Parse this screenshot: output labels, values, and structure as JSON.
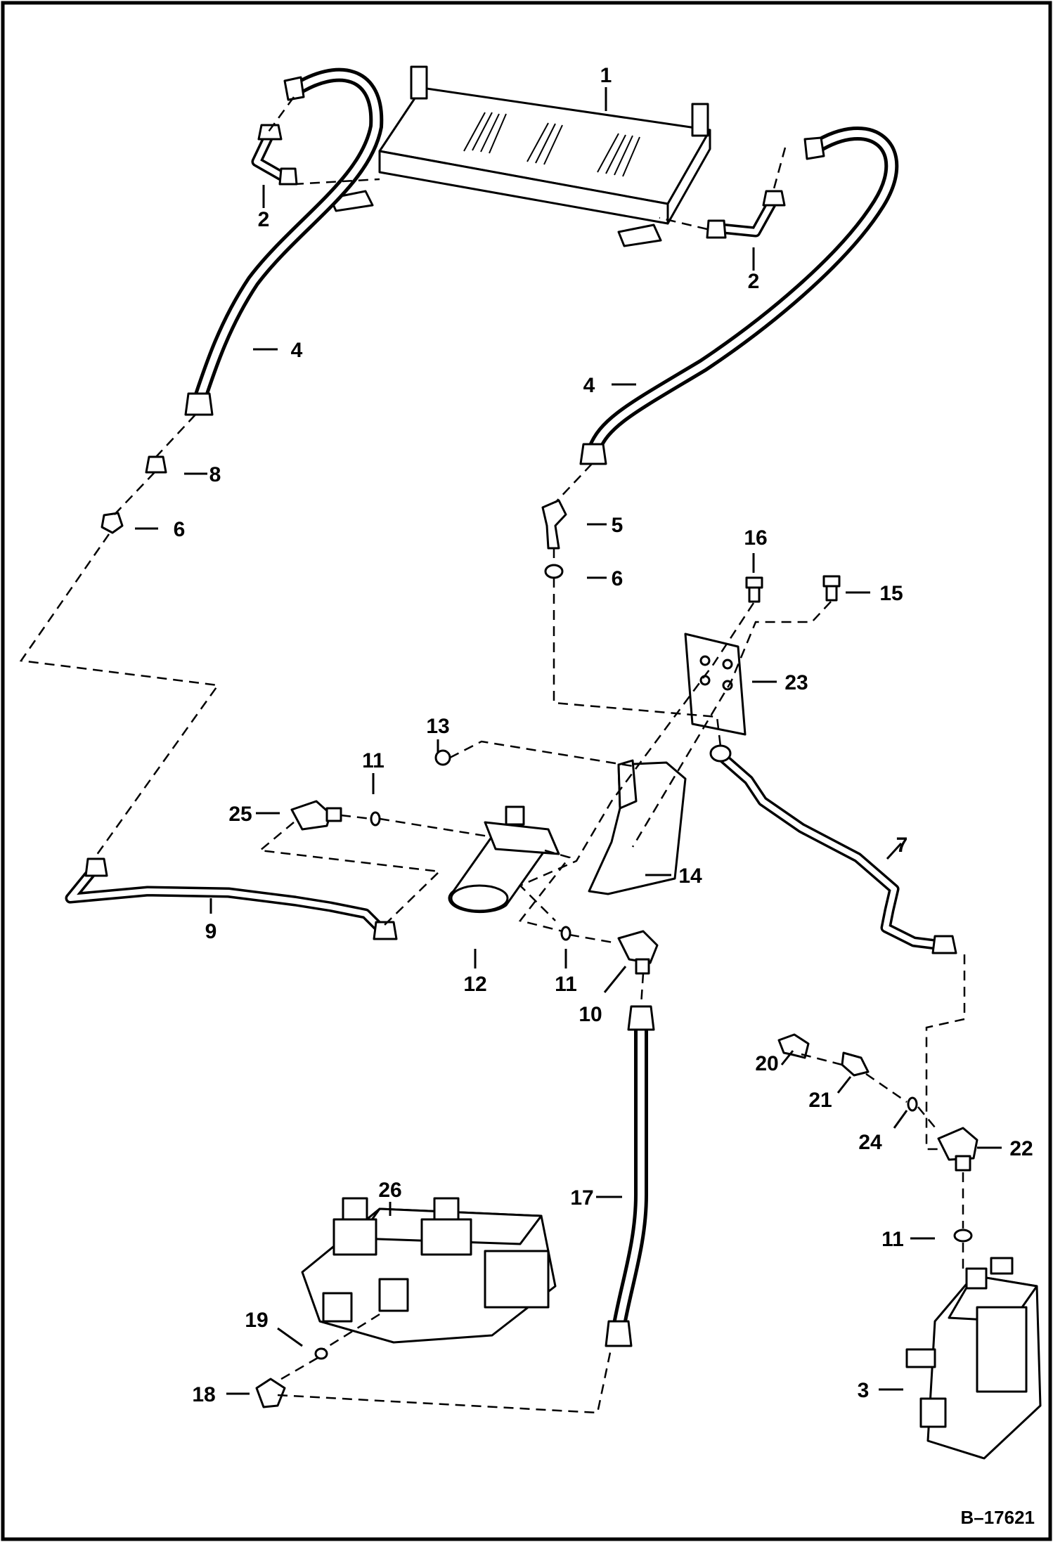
{
  "document_number": "B–17621",
  "callouts": {
    "c1": "1",
    "c2a": "2",
    "c2b": "2",
    "c3": "3",
    "c4a": "4",
    "c4b": "4",
    "c5": "5",
    "c6a": "6",
    "c6b": "6",
    "c7": "7",
    "c8": "8",
    "c9": "9",
    "c10": "10",
    "c11a": "11",
    "c11b": "11",
    "c11c": "11",
    "c12": "12",
    "c13": "13",
    "c14": "14",
    "c15": "15",
    "c16": "16",
    "c17": "17",
    "c18": "18",
    "c19": "19",
    "c20": "20",
    "c21": "21",
    "c22": "22",
    "c23": "23",
    "c24": "24",
    "c25": "25",
    "c26": "26"
  }
}
